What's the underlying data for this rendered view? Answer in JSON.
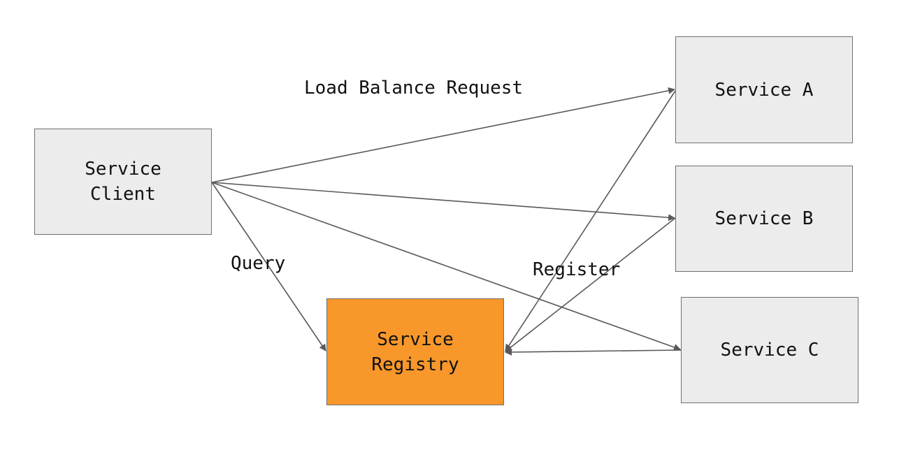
{
  "nodes": {
    "client": {
      "line1": "Service",
      "line2": "Client"
    },
    "registry": {
      "line1": "Service",
      "line2": "Registry"
    },
    "service_a": {
      "line1": "Service A"
    },
    "service_b": {
      "line1": "Service B"
    },
    "service_c": {
      "line1": "Service C"
    }
  },
  "edge_labels": {
    "load_balance": "Load Balance Request",
    "query": "Query",
    "register": "Register"
  },
  "colors": {
    "node_fill": "#ececec",
    "registry_fill": "#f8972a",
    "edge": "#595959"
  }
}
